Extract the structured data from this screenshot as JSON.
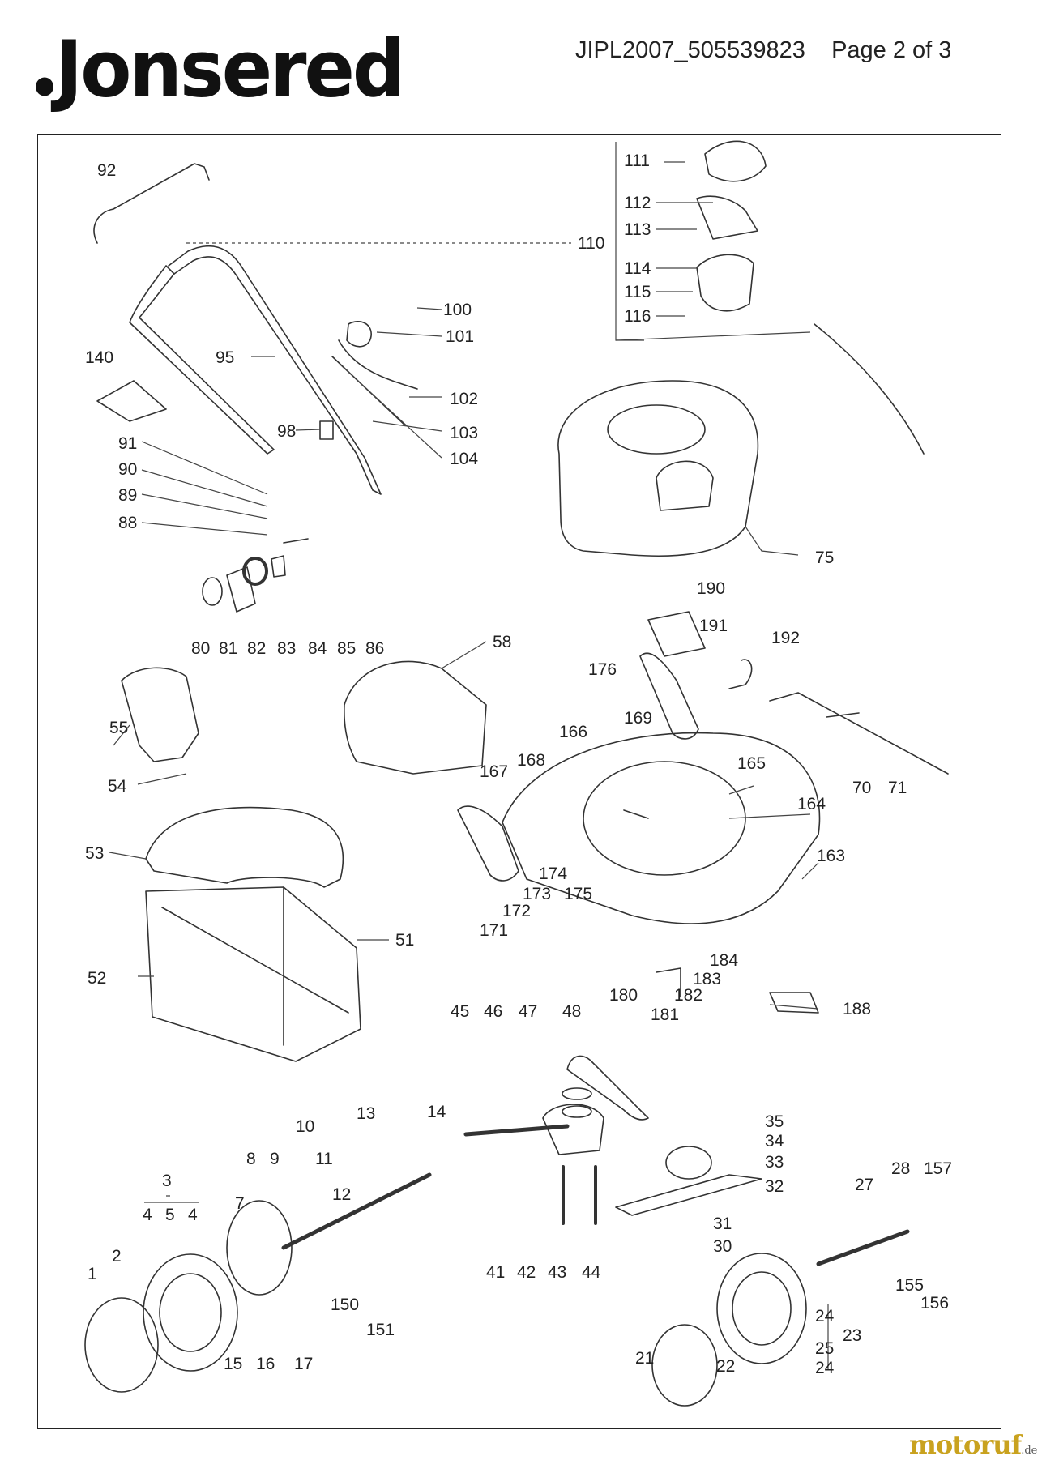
{
  "header": {
    "brand": "Jonsered",
    "doc_id": "JIPL2007_505539823",
    "page": "Page 2 of 3"
  },
  "footer": {
    "site_main": "motoruf",
    "site_tld": ".de"
  },
  "parts": {
    "p1": "1",
    "p2": "2",
    "p3": "3",
    "p4a": "4",
    "p4b": "4",
    "p5": "5",
    "p7": "7",
    "p8": "8",
    "p9": "9",
    "p10": "10",
    "p11": "11",
    "p12": "12",
    "p13": "13",
    "p14": "14",
    "p15": "15",
    "p16": "16",
    "p17": "17",
    "p21": "21",
    "p22": "22",
    "p23": "23",
    "p24a": "24",
    "p24b": "24",
    "p25": "25",
    "p27": "27",
    "p28": "28",
    "p30": "30",
    "p31": "31",
    "p32": "32",
    "p33": "33",
    "p34": "34",
    "p35": "35",
    "p41": "41",
    "p42": "42",
    "p43": "43",
    "p44": "44",
    "p45": "45",
    "p46": "46",
    "p47": "47",
    "p48": "48",
    "p51": "51",
    "p52": "52",
    "p53": "53",
    "p54": "54",
    "p55": "55",
    "p58": "58",
    "p70": "70",
    "p71": "71",
    "p75": "75",
    "p80": "80",
    "p81": "81",
    "p82": "82",
    "p83": "83",
    "p84": "84",
    "p85": "85",
    "p86": "86",
    "p88": "88",
    "p89": "89",
    "p90": "90",
    "p91": "91",
    "p92": "92",
    "p95": "95",
    "p98": "98",
    "p100": "100",
    "p101": "101",
    "p102": "102",
    "p103": "103",
    "p104": "104",
    "p110": "110",
    "p111": "111",
    "p112": "112",
    "p113": "113",
    "p114": "114",
    "p115": "115",
    "p116": "116",
    "p140": "140",
    "p150": "150",
    "p151": "151",
    "p155": "155",
    "p156": "156",
    "p157": "157",
    "p163": "163",
    "p164": "164",
    "p165": "165",
    "p166": "166",
    "p167": "167",
    "p168": "168",
    "p169": "169",
    "p171": "171",
    "p172": "172",
    "p173": "173",
    "p174": "174",
    "p175": "175",
    "p176": "176",
    "p180": "180",
    "p181": "181",
    "p182": "182",
    "p183": "183",
    "p184": "184",
    "p188": "188",
    "p190": "190",
    "p191": "191",
    "p192": "192"
  },
  "colors": {
    "line": "#333333",
    "brand_footer": "#c9a21e"
  }
}
